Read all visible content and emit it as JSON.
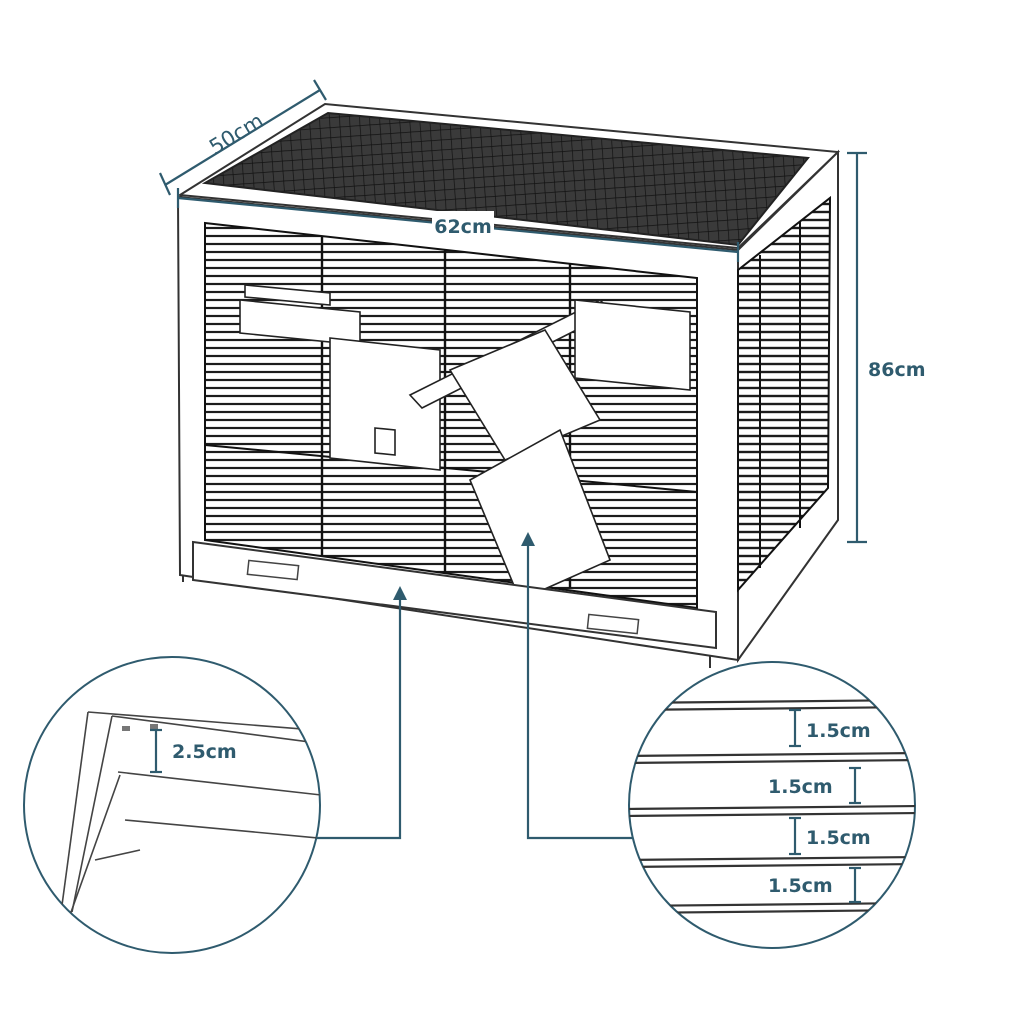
{
  "colors": {
    "dimension": "#2f5b6e",
    "sketch_line": "#222222",
    "mesh": "#1a1a1a",
    "circle_border": "#2f5b6e",
    "background": "#ffffff"
  },
  "dimensions": {
    "depth": "50cm",
    "width": "62cm",
    "height": "86cm"
  },
  "callout_left": {
    "measurement": "2.5cm"
  },
  "callout_right": {
    "gaps": [
      "1.5cm",
      "1.5cm",
      "1.5cm",
      "1.5cm"
    ]
  }
}
